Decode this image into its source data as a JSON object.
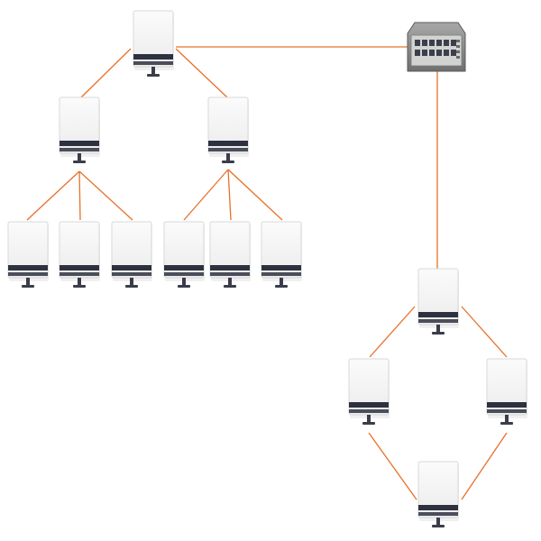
{
  "colors": {
    "link": "#e8702a",
    "background": "#ffffff",
    "computer_face": "#f4f4f4",
    "computer_border": "#d9d9d9",
    "computer_band": "#2e3140",
    "computer_stand": "#3a3d4a",
    "switch_body": "#8c8c8c",
    "switch_front": "#d2d2d2",
    "switch_port": "#3b3f4c"
  },
  "icons": {
    "computer": "desktop-computer-icon",
    "switch": "network-switch-icon"
  },
  "nodes": [
    {
      "id": "tree-root",
      "kind": "computer"
    },
    {
      "id": "tree-left-branch",
      "kind": "computer"
    },
    {
      "id": "tree-right-branch",
      "kind": "computer"
    },
    {
      "id": "tree-leaf-1",
      "kind": "computer"
    },
    {
      "id": "tree-leaf-2",
      "kind": "computer"
    },
    {
      "id": "tree-leaf-3",
      "kind": "computer"
    },
    {
      "id": "tree-leaf-4",
      "kind": "computer"
    },
    {
      "id": "tree-leaf-5",
      "kind": "computer"
    },
    {
      "id": "tree-leaf-6",
      "kind": "computer"
    },
    {
      "id": "network-switch",
      "kind": "switch"
    },
    {
      "id": "ring-top",
      "kind": "computer"
    },
    {
      "id": "ring-left",
      "kind": "computer"
    },
    {
      "id": "ring-right",
      "kind": "computer"
    },
    {
      "id": "ring-bottom",
      "kind": "computer"
    }
  ],
  "links": [
    [
      "tree-root",
      "tree-left-branch"
    ],
    [
      "tree-root",
      "tree-right-branch"
    ],
    [
      "tree-root",
      "network-switch"
    ],
    [
      "tree-left-branch",
      "tree-leaf-1"
    ],
    [
      "tree-left-branch",
      "tree-leaf-2"
    ],
    [
      "tree-left-branch",
      "tree-leaf-3"
    ],
    [
      "tree-right-branch",
      "tree-leaf-4"
    ],
    [
      "tree-right-branch",
      "tree-leaf-5"
    ],
    [
      "tree-right-branch",
      "tree-leaf-6"
    ],
    [
      "network-switch",
      "ring-top"
    ],
    [
      "ring-top",
      "ring-left"
    ],
    [
      "ring-top",
      "ring-right"
    ],
    [
      "ring-left",
      "ring-bottom"
    ],
    [
      "ring-right",
      "ring-bottom"
    ]
  ]
}
